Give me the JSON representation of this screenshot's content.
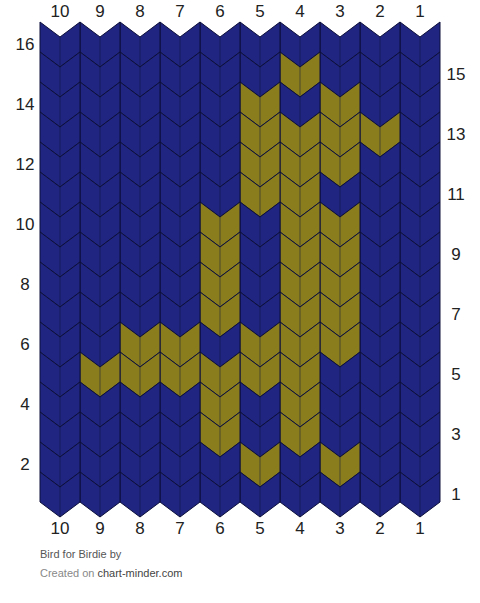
{
  "diagram": {
    "labels": [
      "10",
      "9",
      "8",
      "7",
      "6",
      "5",
      "4",
      "3",
      "2",
      "1",
      "16",
      "14",
      "12",
      "10",
      "8",
      "6",
      "4",
      "2",
      "15",
      "13",
      "11",
      "9",
      "7",
      "5",
      "3",
      "1",
      "10",
      "9",
      "8",
      "7",
      "6",
      "5",
      "4",
      "3",
      "2",
      "1",
      "Bird for Birdie by",
      "Created on",
      "chart-minder.com"
    ]
  }
}
